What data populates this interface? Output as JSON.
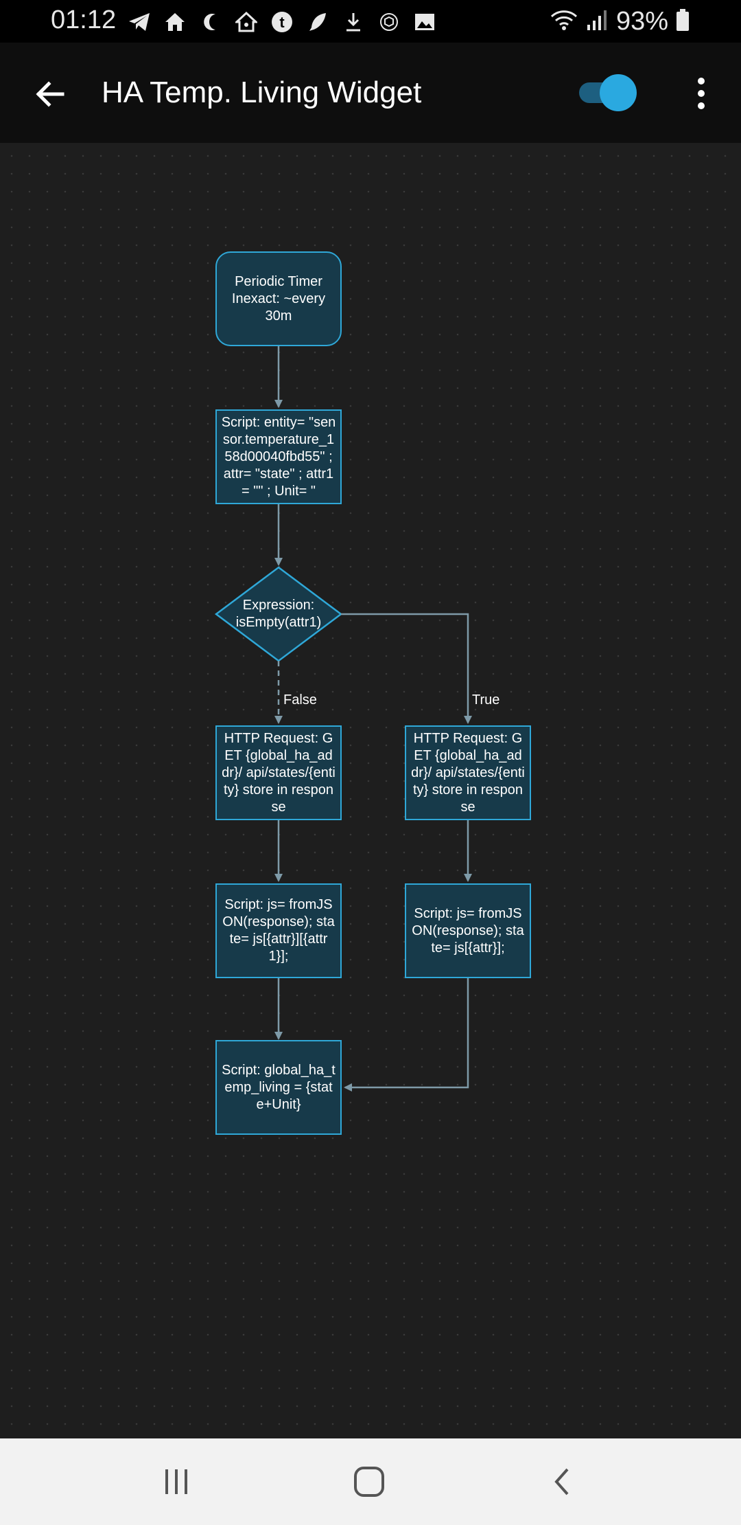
{
  "status_bar": {
    "time": "01:12",
    "battery": "93%",
    "icons": [
      "telegram-icon",
      "home-icon",
      "moon-icon",
      "home-assistant-icon",
      "t-icon",
      "feather-icon",
      "download-icon",
      "cube-icon",
      "image-icon"
    ],
    "right_icons": [
      "wifi-icon",
      "signal-icon",
      "battery-icon"
    ]
  },
  "app_bar": {
    "title": "HA Temp. Living Widget",
    "back_icon": "arrow-back-icon",
    "toggle_on": true,
    "menu_icon": "more-vert-icon",
    "accent_color": "#2aa9e0"
  },
  "flow": {
    "timer": "Periodic Timer Inexact: ~every 30m",
    "script_entity": "Script: entity= \"sensor.temperature_158d00040fbd55\" ; attr= \"state\" ; attr1= \"\" ; Unit= \"",
    "expression": "Expression: isEmpty(attr1)",
    "label_false": "False",
    "label_true": "True",
    "http_left": "HTTP Request: GET {global_ha_addr}/ api/states/{entity} store in response",
    "http_right": "HTTP Request: GET {global_ha_addr}/ api/states/{entity} store in response",
    "script_left": "Script: js= fromJSON(response); state= js[{attr}][{attr1}];",
    "script_right": "Script: js= fromJSON(response); state= js[{attr}];",
    "script_final": "Script: global_ha_temp_living = {state+Unit}",
    "node_fill": "#173a4a",
    "node_border": "#2fa8d8",
    "edge_color": "#7e9aa8"
  },
  "nav_bar": {
    "recents_icon": "recents-icon",
    "home_icon": "home-circle-icon",
    "back_icon": "nav-back-icon"
  }
}
